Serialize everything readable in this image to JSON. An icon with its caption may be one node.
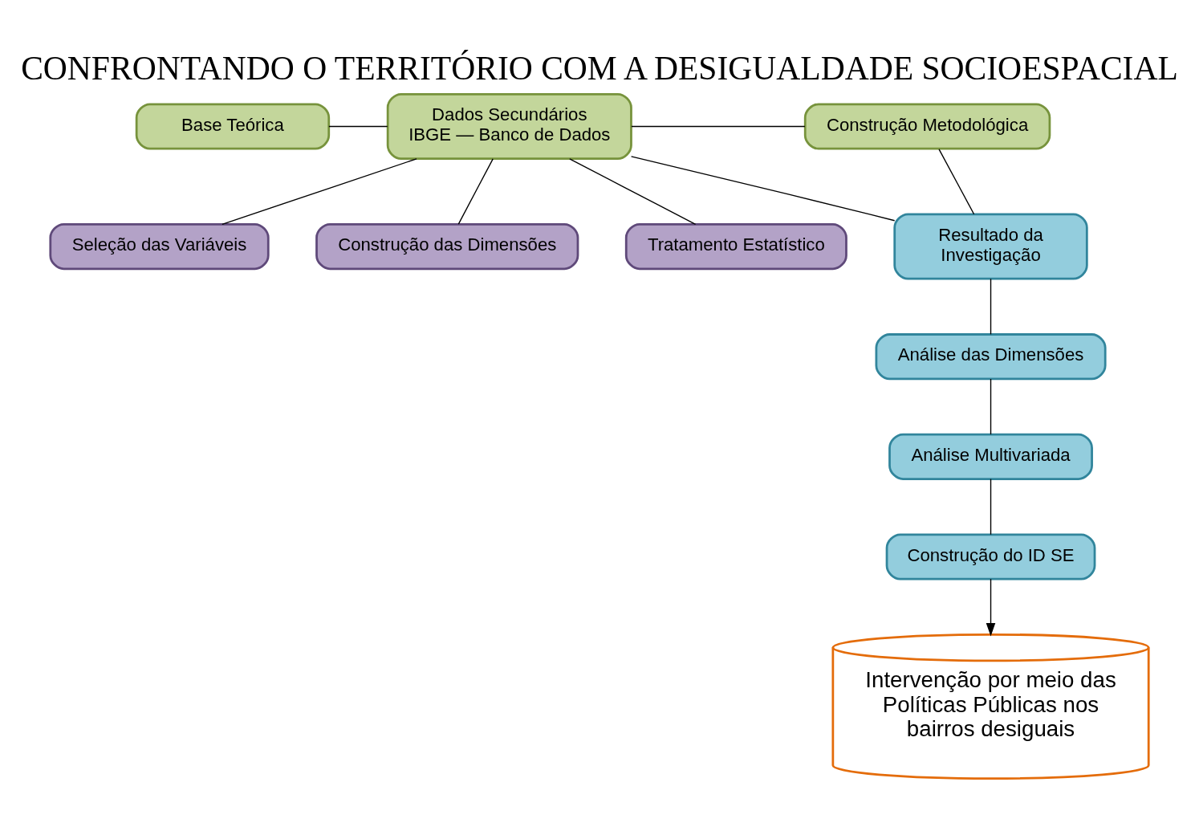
{
  "diagram": {
    "title": "CONFRONTANDO O TERRITÓRIO COM A DESIGUALDADE SOCIOESPACIAL",
    "nodes": [
      {
        "text": [
          "Base Teórica"
        ]
      },
      {
        "text": [
          "Dados Secundários",
          "IBGE — Banco de Dados"
        ]
      },
      {
        "text": [
          "Construção Metodológica"
        ]
      },
      {
        "text": [
          "Seleção das Variáveis"
        ]
      },
      {
        "text": [
          "Construção das Dimensões"
        ]
      },
      {
        "text": [
          "Tratamento Estatístico"
        ]
      },
      {
        "text": [
          "Resultado da Investigação"
        ]
      },
      {
        "text": [
          "Análise das Dimensões"
        ]
      },
      {
        "text": [
          "Análise Multivariada"
        ]
      },
      {
        "text": [
          "Construção do ID SE"
        ]
      },
      {
        "text": [
          "Intervenção por meio das Políticas Públicas nos bairros desiguais"
        ]
      }
    ],
    "edges": [
      {
        "from": 0,
        "to": 1,
        "arrow": "none"
      },
      {
        "from": 1,
        "to": 2,
        "arrow": "none"
      },
      {
        "from": 1,
        "to": 3,
        "arrow": "none"
      },
      {
        "from": 1,
        "to": 4,
        "arrow": "none"
      },
      {
        "from": 1,
        "to": 5,
        "arrow": "none"
      },
      {
        "from": 1,
        "to": 6,
        "arrow": "none"
      },
      {
        "from": 2,
        "to": 6,
        "arrow": "none"
      },
      {
        "from": 6,
        "to": 7,
        "arrow": "none"
      },
      {
        "from": 7,
        "to": 8,
        "arrow": "none"
      },
      {
        "from": 8,
        "to": 9,
        "arrow": "none"
      },
      {
        "from": 9,
        "to": 10,
        "arrow": "to"
      }
    ]
  }
}
